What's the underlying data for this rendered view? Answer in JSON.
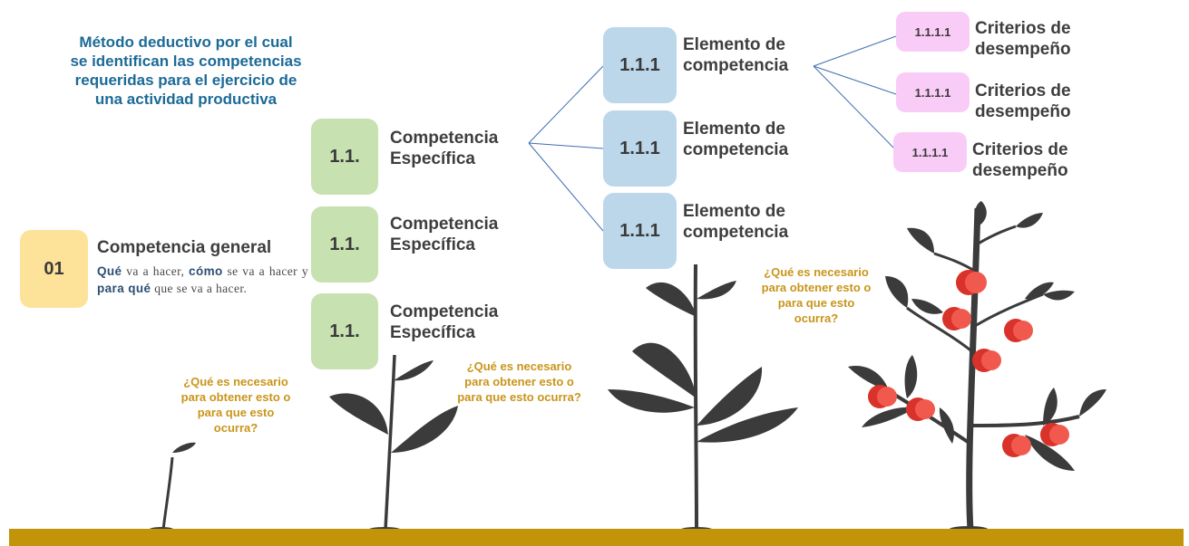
{
  "intro": {
    "line1": "Método deductivo por el cual",
    "line2": "se identifican las competencias",
    "line3": "requeridas para el ejercicio de",
    "line4": "una actividad productiva"
  },
  "general": {
    "code": "01",
    "title": "Competencia general",
    "desc_w1": "Qué",
    "desc_t1": " va a hacer, ",
    "desc_w2": "cómo",
    "desc_t2": " se va a hacer y ",
    "desc_w3": "para qué",
    "desc_t3": " que se va a hacer."
  },
  "specific": [
    {
      "code": "1.1.",
      "line1": "Competencia",
      "line2": "Específica"
    },
    {
      "code": "1.1.",
      "line1": "Competencia",
      "line2": "Específica"
    },
    {
      "code": "1.1.",
      "line1": "Competencia",
      "line2": "Específica"
    }
  ],
  "elements": [
    {
      "code": "1.1.1",
      "line1": "Elemento de",
      "line2": "competencia"
    },
    {
      "code": "1.1.1",
      "line1": "Elemento de",
      "line2": "competencia"
    },
    {
      "code": "1.1.1",
      "line1": "Elemento de",
      "line2": "competencia"
    }
  ],
  "criteria": [
    {
      "code": "1.1.1.1",
      "line1": "Criterios de",
      "line2": "desempeño"
    },
    {
      "code": "1.1.1.1",
      "line1": "Criterios de",
      "line2": "desempeño"
    },
    {
      "code": "1.1.1.1",
      "line1": "Criterios de",
      "line2": "desempeño"
    }
  ],
  "questions": [
    {
      "line1": "¿Qué es necesario",
      "line2": "para obtener esto o",
      "line3": "para que esto",
      "line4": "ocurra?"
    },
    {
      "line1": "¿Qué es necesario",
      "line2": "para obtener esto o",
      "line3": "para que esto ocurra?"
    },
    {
      "line1": "¿Qué es necesario",
      "line2": "para obtener esto o",
      "line3": "para que esto",
      "line4": "ocurra?"
    }
  ],
  "colors": {
    "general_box": "#fde39a",
    "specific_box": "#c7e1b0",
    "element_box": "#bcd6ea",
    "criteria_box": "#f8ccf6",
    "intro_text": "#1b6a97",
    "question_text": "#c9951a",
    "ground": "#c2940a",
    "plant": "#3b3b3b",
    "fruit": "#e8372f",
    "connector": "#3f6fb2"
  }
}
